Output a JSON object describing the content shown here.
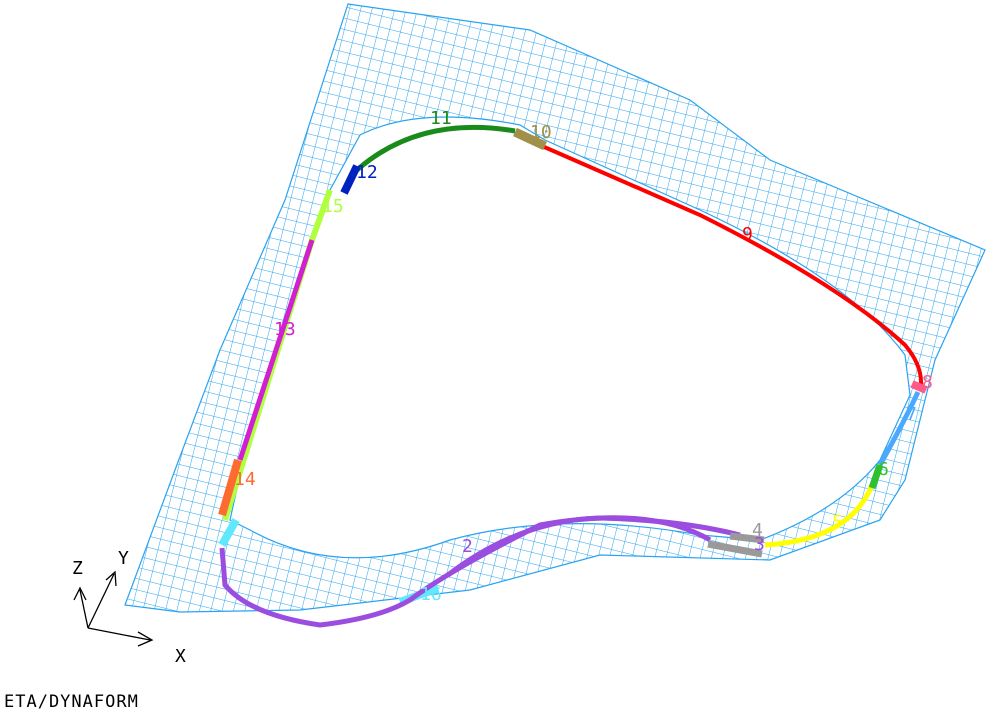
{
  "app": {
    "title": "ETA/DYNAFORM"
  },
  "mesh": {
    "color": "#29a3f0"
  },
  "axes": {
    "x": "X",
    "y": "Y",
    "z": "Z"
  },
  "segments": [
    {
      "label": "2",
      "color": "#9b4de0",
      "icon": "curve-segment"
    },
    {
      "label": "3",
      "color": "#9b4de0",
      "icon": "curve-segment"
    },
    {
      "label": "4",
      "color": "#9a9a9a",
      "icon": "curve-segment"
    },
    {
      "label": "5",
      "color": "#ffff00",
      "icon": "curve-segment"
    },
    {
      "label": "6",
      "color": "#2fc02f",
      "icon": "curve-segment"
    },
    {
      "label": "7",
      "color": "#4aa8ff",
      "icon": "curve-segment"
    },
    {
      "label": "8",
      "color": "#ff5a8a",
      "icon": "curve-segment"
    },
    {
      "label": "9",
      "color": "#ff0000",
      "icon": "curve-segment"
    },
    {
      "label": "10",
      "color": "#a0904a",
      "icon": "curve-segment"
    },
    {
      "label": "11",
      "color": "#1a8a1a",
      "icon": "curve-segment"
    },
    {
      "label": "12",
      "color": "#0020c0",
      "icon": "curve-segment"
    },
    {
      "label": "13",
      "color": "#d020d0",
      "icon": "curve-segment"
    },
    {
      "label": "14",
      "color": "#ff6a30",
      "icon": "curve-segment"
    },
    {
      "label": "15",
      "color": "#b0ff40",
      "icon": "curve-segment"
    },
    {
      "label": "16",
      "color": "#60e8ff",
      "icon": "curve-segment"
    }
  ]
}
